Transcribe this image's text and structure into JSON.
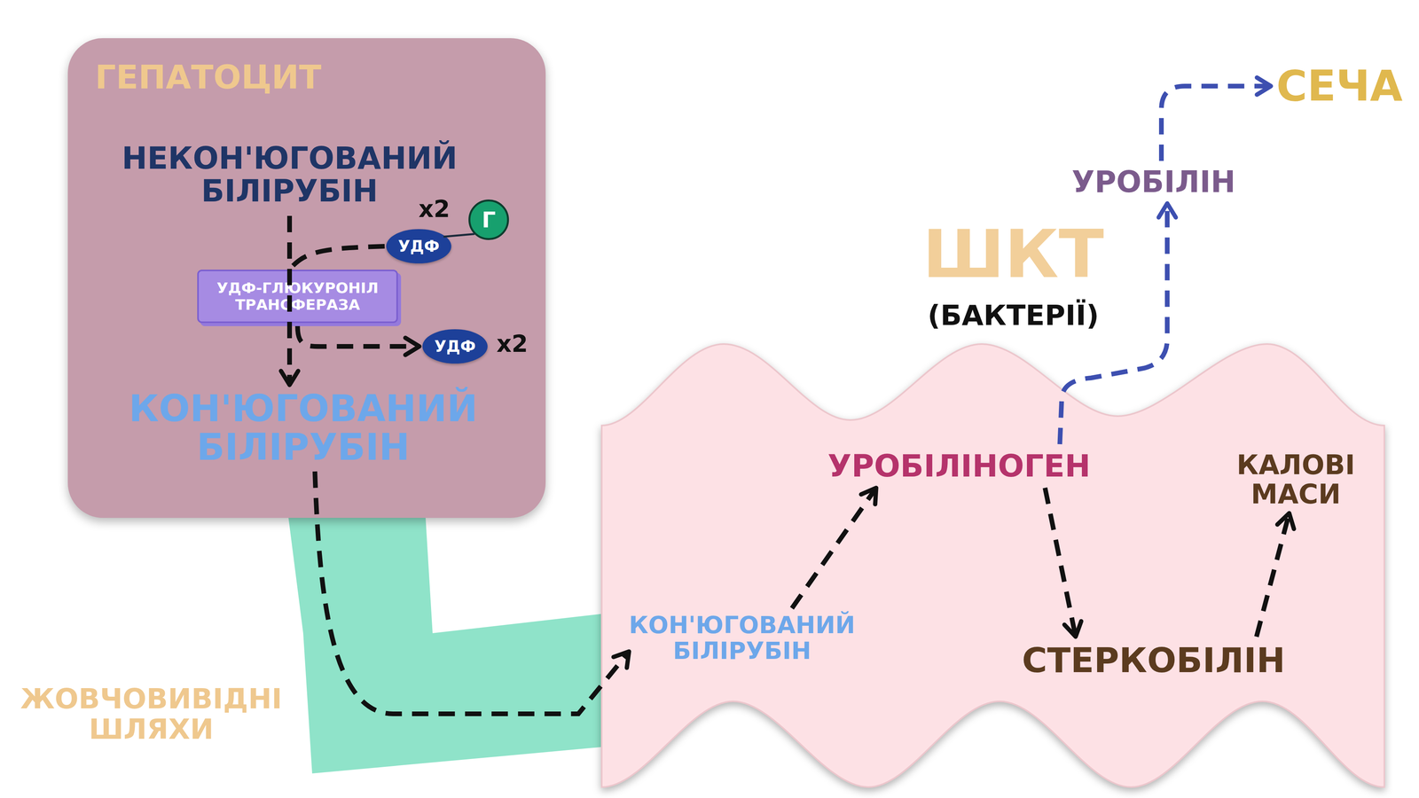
{
  "diagram": {
    "nodes": [
      {
        "text": [
          "ГЕПАТОЦИТ"
        ]
      },
      {
        "text": [
          "НЕКОН'ЮГОВАНИЙ БІЛІРУБІН"
        ],
        "in": 0
      },
      {
        "text": [
          "УДФ"
        ],
        "in": 0
      },
      {
        "text": [
          "Г"
        ],
        "in": 0
      },
      {
        "text": [
          "УДФ-ГЛЮКУРОНІЛ ТРАНСФЕРАЗА"
        ],
        "in": 0
      },
      {
        "text": [
          "УДФ"
        ],
        "in": 0
      },
      {
        "text": [
          "КОН'ЮГОВАНИЙ БІЛІРУБІН"
        ],
        "in": 0
      },
      {
        "text": [
          "ЖОВЧОВИВІДНІ ШЛЯХИ"
        ]
      },
      {
        "text": [
          "ШКТ",
          "(БАКТЕРІЇ)"
        ]
      },
      {
        "text": [
          "КОН'ЮГОВАНИЙ БІЛІРУБІН"
        ],
        "in": 8
      },
      {
        "text": [
          "УРОБІЛІНОГЕН"
        ],
        "in": 8
      },
      {
        "text": [
          "СТЕРКОБІЛІН"
        ],
        "in": 8
      },
      {
        "text": [
          "КАЛОВІ МАСИ"
        ],
        "in": 8
      },
      {
        "text": [
          "УРОБІЛІН"
        ]
      },
      {
        "text": [
          "СЕЧА"
        ]
      }
    ],
    "edges": [
      {
        "from": 1,
        "to": 6,
        "arrow": "to"
      },
      {
        "from": 2,
        "to": 4,
        "arrow": "none"
      },
      {
        "from": 2,
        "to": 3,
        "arrow": "none"
      },
      {
        "from": 4,
        "to": 5,
        "arrow": "to"
      },
      {
        "from": 6,
        "to": 9,
        "arrow": "to"
      },
      {
        "from": 9,
        "to": 10,
        "arrow": "to"
      },
      {
        "from": 10,
        "to": 11,
        "arrow": "to"
      },
      {
        "from": 11,
        "to": 12,
        "arrow": "to"
      },
      {
        "from": 10,
        "to": 13,
        "arrow": "to"
      },
      {
        "from": 13,
        "to": 14,
        "arrow": "to"
      }
    ],
    "labels": [
      "x2",
      "x2"
    ]
  }
}
